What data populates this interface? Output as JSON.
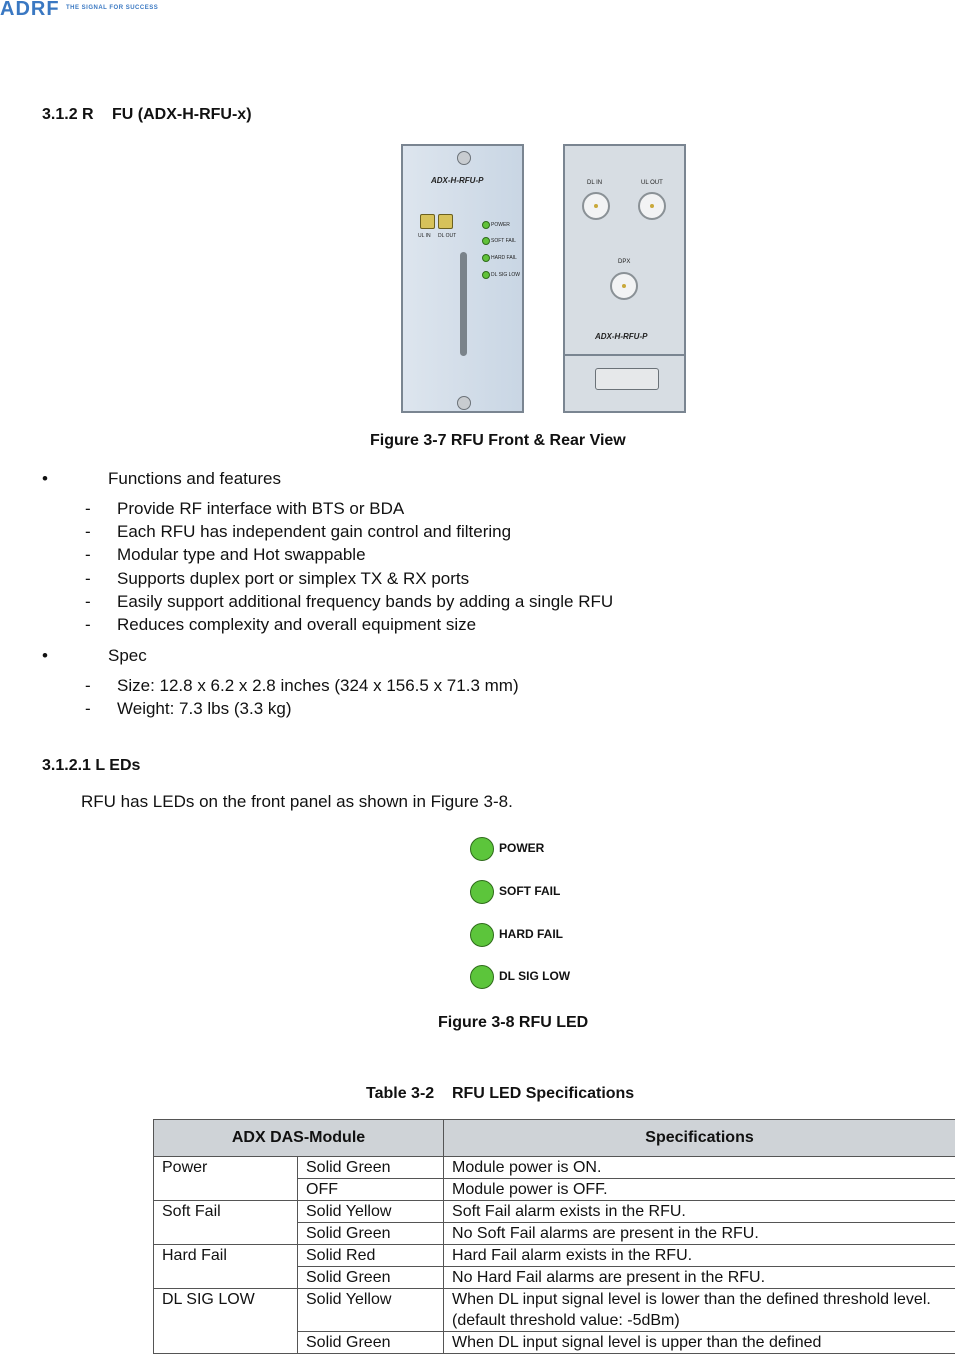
{
  "logo": {
    "brand": "ADRF",
    "tagline": "THE SIGNAL FOR SUCCESS"
  },
  "section": {
    "number": "3.1.2 R",
    "title": "FU (ADX-H-RFU-x)"
  },
  "figure_front": {
    "model": "ADX-H-RFU-P",
    "port_labels": [
      "UL IN",
      "DL OUT"
    ],
    "leds": [
      "POWER",
      "SOFT FAIL",
      "HARD FAIL",
      "DL SIG LOW"
    ]
  },
  "figure_rear": {
    "connectors": [
      "DL IN",
      "UL OUT",
      "DPX"
    ],
    "model": "ADX-H-RFU-P"
  },
  "figure_3_7_caption": "Figure 3-7  RFU Front & Rear View",
  "bullets": [
    {
      "label": "Functions and features",
      "items": [
        "Provide RF interface with BTS or BDA",
        "Each RFU has independent gain control and filtering",
        "Modular type and Hot swappable",
        "Supports duplex port or simplex TX & RX ports",
        "Easily support additional frequency bands by adding a single RFU",
        "Reduces complexity and overall equipment size"
      ]
    },
    {
      "label": "Spec",
      "items": [
        "Size: 12.8 x 6.2 x 2.8 inches (324 x 156.5 x 71.3 mm)",
        "Weight: 7.3 lbs (3.3 kg)"
      ]
    }
  ],
  "subsection": {
    "title": "3.1.2.1 L EDs"
  },
  "paragraph": "RFU has LEDs on the front panel as shown in Figure 3-8.",
  "led_figure": {
    "labels": [
      "POWER",
      "SOFT FAIL",
      "HARD FAIL",
      "DL SIG LOW"
    ],
    "color": "#5cc53b"
  },
  "figure_3_8_caption": "Figure 3-8  RFU LED",
  "table": {
    "caption": "Table 3-2    RFU LED Specifications",
    "headers": [
      "ADX DAS-Module",
      "Specifications"
    ],
    "rows": [
      {
        "module": "Power",
        "state": "Solid Green",
        "spec": "Module power is ON."
      },
      {
        "module": "",
        "state": "OFF",
        "spec": "Module power is OFF."
      },
      {
        "module": "Soft Fail",
        "state": "Solid Yellow",
        "spec": "Soft Fail alarm exists in the RFU."
      },
      {
        "module": "",
        "state": "Solid Green",
        "spec": "No Soft Fail alarms are present in the RFU."
      },
      {
        "module": "Hard Fail",
        "state": "Solid Red",
        "spec": "Hard Fail alarm exists in the RFU."
      },
      {
        "module": "",
        "state": "Solid Green",
        "spec": "No Hard Fail alarms are present in the RFU."
      },
      {
        "module": "DL SIG LOW",
        "state": "Solid Yellow",
        "spec": "When DL input signal level is lower than the defined threshold level. (default threshold value: -5dBm)"
      },
      {
        "module": "",
        "state": "Solid Green",
        "spec": "When DL input signal level is upper than the defined"
      }
    ]
  }
}
